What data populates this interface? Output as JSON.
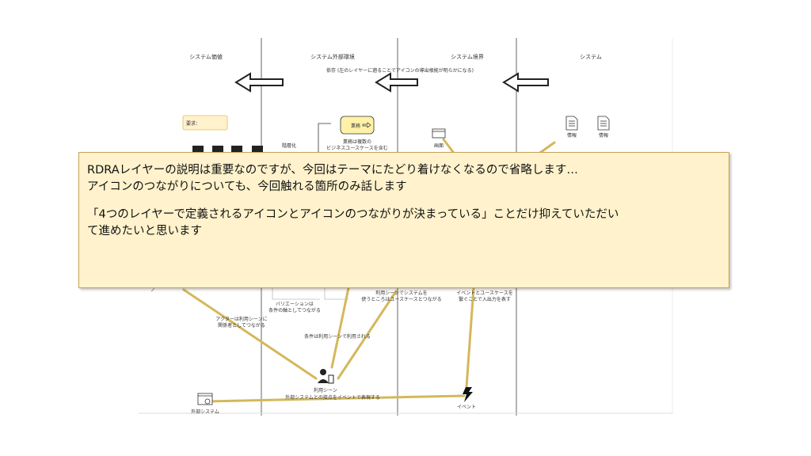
{
  "lanes": {
    "value": "システム価値",
    "environment": "システム外部環境",
    "boundary": "システム境界",
    "system": "システム"
  },
  "dependency_note": "依存 (左のレイヤーに遡ることでアイコンの導出根拠が明らかになる)",
  "nodes": {
    "requirement": "要求：",
    "business": "業務",
    "hierarchy": "階層化",
    "business_note_1": "業務は複数の",
    "business_note_2": "ビジネスユースケースを含む",
    "screen": "画面",
    "info_1": "情報",
    "info_2": "情報",
    "variation_1": "バリエーションは",
    "variation_2": "条件の軸としてつながる",
    "usage_note_1": "利用シーンでシステムを",
    "usage_note_2": "使うところはユースケースとつながる",
    "event_note_1": "イベントとユースケースを",
    "event_note_2": "繋ぐことで入出力を表す",
    "actor_note_1": "アクターは利用シーンに",
    "actor_note_2": "関係者としてつながる",
    "condition_note": "条件は利用シーンで利用される",
    "scene": "利用シーン",
    "scene_note": "外部システムとの接点をイベントで表現する",
    "external_system": "外部システム",
    "event": "イベント"
  },
  "callout": {
    "line1": "RDRAレイヤーの説明は重要なのですが、今回はテーマにたどり着けなくなるので省略します…",
    "line2": "アイコンのつながりについても、今回触れる箇所のみ話します",
    "line3": "「4つのレイヤーで定義されるアイコンとアイコンのつながりが決まっている」ことだけ抑えていただい",
    "line4": "て進めたいと思います"
  },
  "colors": {
    "link": "#d4b85a",
    "callout_bg": "#fff2cc",
    "callout_border": "#c9a35a",
    "business_box": "#fff2a8"
  }
}
